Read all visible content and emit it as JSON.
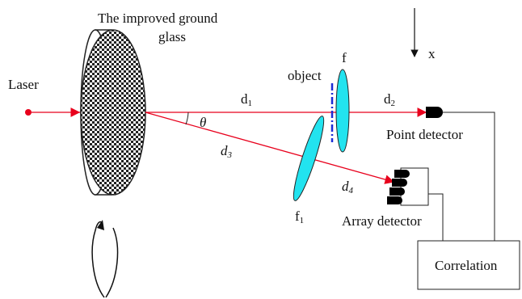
{
  "labels": {
    "glass_line1": "The improved ground",
    "glass_line2": "glass",
    "laser": "Laser",
    "object": "object",
    "lens_f": "f",
    "lens_f1_base": "f",
    "lens_f1_sub": "1",
    "d1_base": "d",
    "d1_sub": "1",
    "d2_base": "d",
    "d2_sub": "2",
    "d3_base": "d",
    "d3_sub": "3",
    "d4_base": "d",
    "d4_sub": "4",
    "theta": "θ",
    "x_axis": "x",
    "point_detector": "Point detector",
    "array_detector": "Array detector",
    "correlation": "Correlation"
  },
  "colors": {
    "beam": "#e8001c",
    "lens": "#22e3ef",
    "object_mask": "#1a2bd6",
    "detector": "#000000",
    "line": "#222222"
  }
}
